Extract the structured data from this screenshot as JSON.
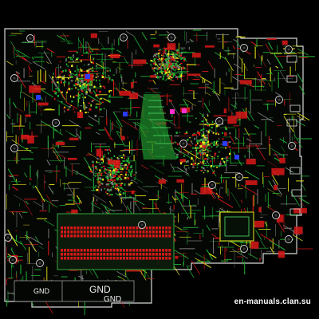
{
  "board": {
    "labels": {
      "gnd_large": "GND",
      "gnd_small_left": "GND",
      "gnd_small_bottom": "GND"
    },
    "watermark": "en-manuals.clan.su"
  },
  "colors": {
    "background": "#000000",
    "outline": "#d6d6d6",
    "copper_red": "#d81818",
    "trace_green": "#1fae34",
    "silk_yellow": "#e8e81a",
    "via_blue": "#2a3cff",
    "highlight_magenta": "#ff2fd0"
  }
}
